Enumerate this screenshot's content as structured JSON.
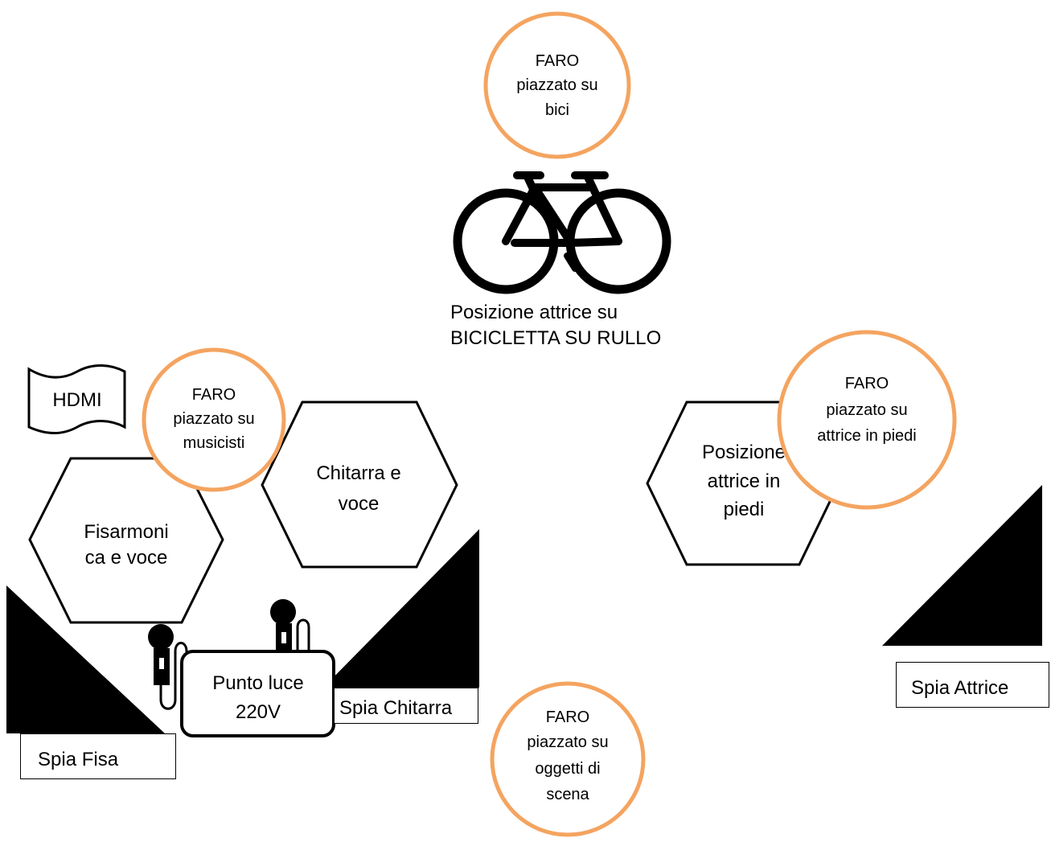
{
  "faro": {
    "bici": [
      "FARO",
      "piazzato su",
      "bici"
    ],
    "musicisti": [
      "FARO",
      "piazzato su",
      "musicisti"
    ],
    "attrice": [
      "FARO",
      "piazzato su",
      "attrice in piedi"
    ],
    "oggetti": [
      "FARO",
      "piazzato su",
      "oggetti di",
      "scena"
    ]
  },
  "bike_caption": [
    "Posizione attrice su",
    "BICICLETTA SU RULLO"
  ],
  "hdmi": "HDMI",
  "hex": {
    "fisarmonica": [
      "Fisarmoni",
      "ca e voce"
    ],
    "chitarra": [
      "Chitarra e",
      "voce"
    ],
    "attrice": [
      "Posizione",
      "attrice in",
      "piedi"
    ]
  },
  "punto_luce": [
    "Punto luce",
    "220V"
  ],
  "spie": {
    "fisa": "Spia Fisa",
    "chitarra": "Spia Chitarra",
    "attrice": "Spia Attrice"
  },
  "colors": {
    "faro_ring": "#f4a460",
    "fill": "#000000"
  },
  "icons": [
    "bicycle-icon",
    "microphone-icon",
    "scroll-icon"
  ]
}
